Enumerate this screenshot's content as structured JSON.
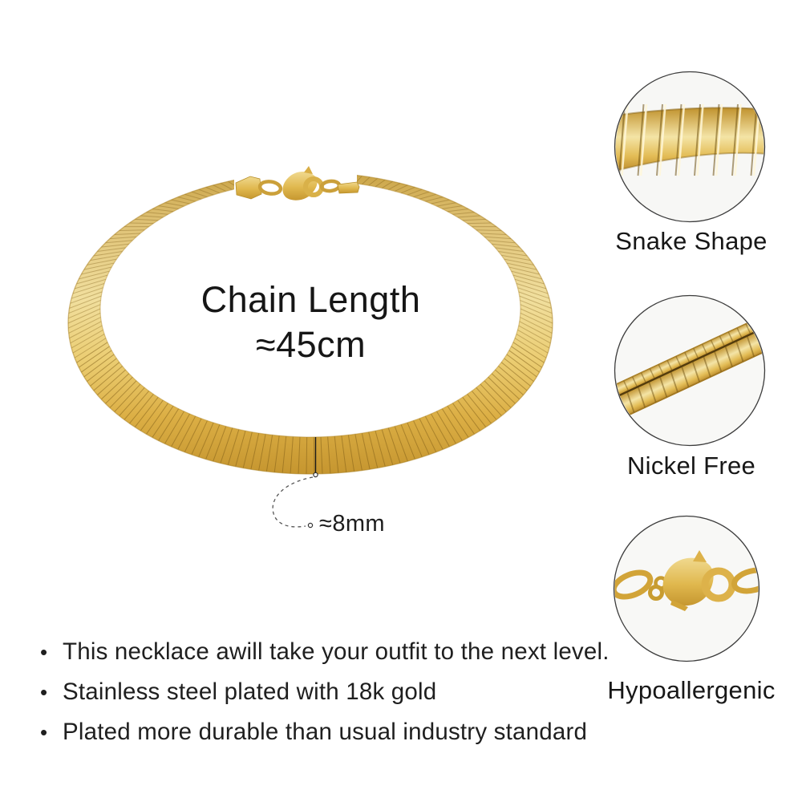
{
  "title_block": {
    "line1": "Chain Length",
    "line2": "≈45cm"
  },
  "width_callout": {
    "label": "≈8mm"
  },
  "features": [
    {
      "label": "Snake Shape"
    },
    {
      "label": "Nickel Free"
    },
    {
      "label": "Hypoallergenic"
    }
  ],
  "bullet_char": "•",
  "bullets": [
    "This necklace awill take your outfit to the next level.",
    "Stainless steel plated with 18k gold",
    "Plated more durable than usual industry standard"
  ],
  "colors": {
    "background": "#ffffff",
    "gold": "#E0B952",
    "gold_light": "#F3E3A6",
    "gold_dark": "#C08E28",
    "text": "#1b1b1b",
    "circle_border": "#3c3c3c"
  }
}
